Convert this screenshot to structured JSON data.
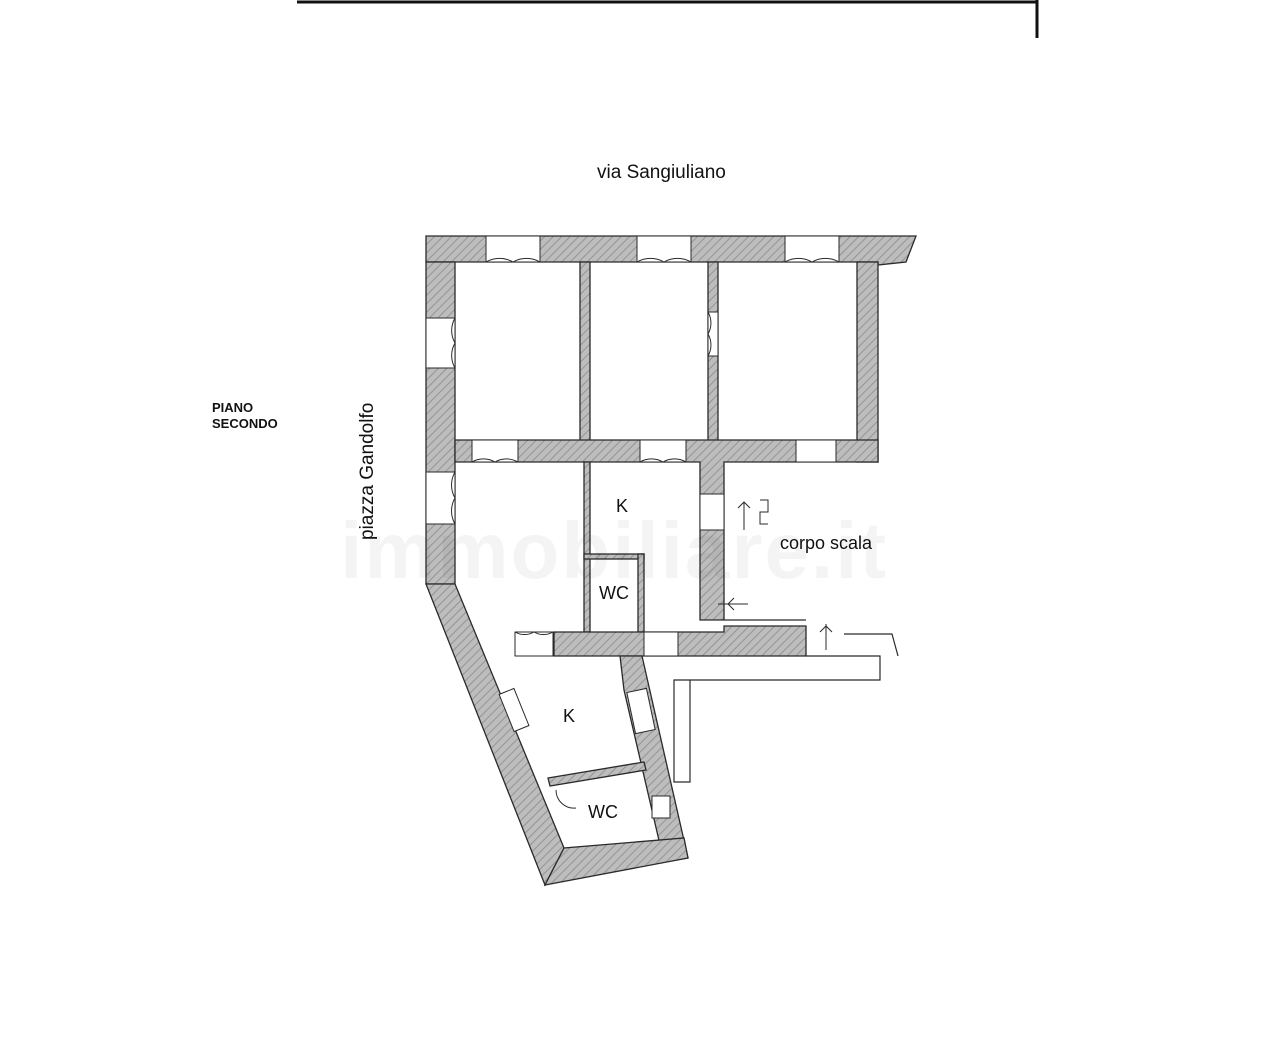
{
  "labels": {
    "street_top": "via Sangiuliano",
    "piazza_side": "piazza Gandolfo",
    "floor_line1": "PIANO",
    "floor_line2": "SECONDO",
    "stair_core": "corpo scala"
  },
  "rooms": [
    {
      "id": "kitchen-main",
      "label": "K"
    },
    {
      "id": "wc-main",
      "label": "WC"
    },
    {
      "id": "kitchen-annex",
      "label": "K"
    },
    {
      "id": "wc-annex",
      "label": "WC"
    }
  ],
  "watermark": "immobiliare.it",
  "colors": {
    "wall_fill": "#bdbdbd",
    "wall_line": "#2a2a2a",
    "hatch": "#8a8a8a",
    "background": "#ffffff",
    "text": "#111111"
  }
}
